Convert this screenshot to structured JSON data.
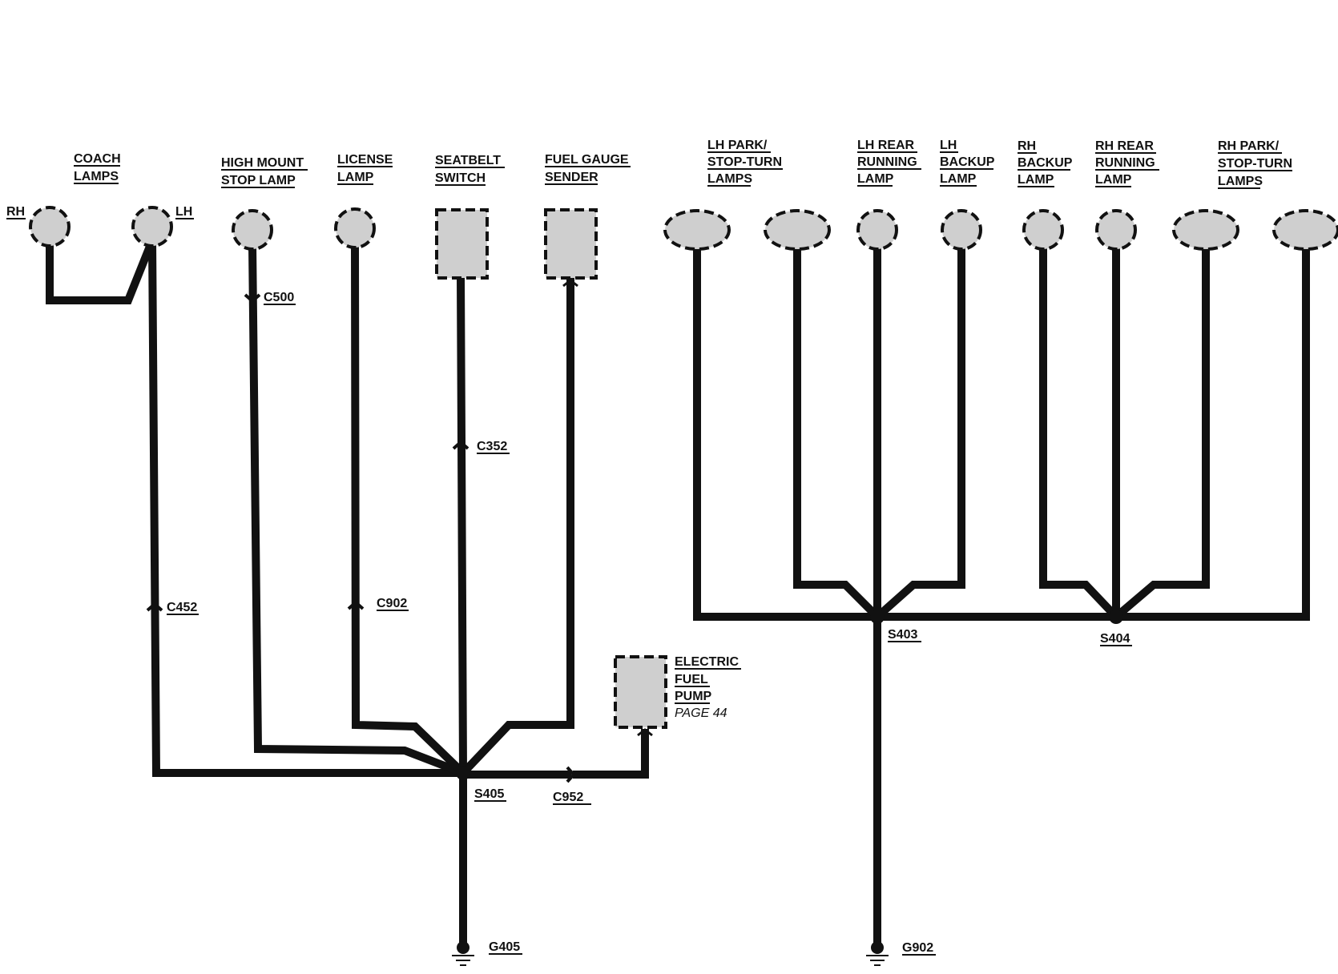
{
  "components": {
    "coach_lamps": {
      "title_line1": "COACH",
      "title_line2": "LAMPS",
      "rh": "RH",
      "lh": "LH"
    },
    "high_mount_stop_lamp": {
      "line1": "HIGH MOUNT",
      "line2": "STOP LAMP"
    },
    "license_lamp": {
      "line1": "LICENSE",
      "line2": "LAMP"
    },
    "seatbelt_switch": {
      "line1": "SEATBELT",
      "line2": "SWITCH"
    },
    "fuel_gauge_sender": {
      "line1": "FUEL GAUGE",
      "line2": "SENDER"
    },
    "lh_park_stop_turn_lamps": {
      "line1": "LH PARK/",
      "line2": "STOP-TURN",
      "line3": "LAMPS"
    },
    "lh_rear_running_lamp": {
      "line1": "LH REAR",
      "line2": "RUNNING",
      "line3": "LAMP"
    },
    "lh_backup_lamp": {
      "line1": "LH",
      "line2": "BACKUP",
      "line3": "LAMP"
    },
    "rh_backup_lamp": {
      "line1": "RH",
      "line2": "BACKUP",
      "line3": "LAMP"
    },
    "rh_rear_running_lamp": {
      "line1": "RH REAR",
      "line2": "RUNNING",
      "line3": "LAMP"
    },
    "rh_park_stop_turn_lamps": {
      "line1": "RH PARK/",
      "line2": "STOP-TURN",
      "line3": "LAMPS"
    },
    "electric_fuel_pump": {
      "line1": "ELECTRIC",
      "line2": "FUEL",
      "line3": "PUMP",
      "page_ref": "PAGE 44"
    }
  },
  "connectors": {
    "c500": "C500",
    "c352": "C352",
    "c452": "C452",
    "c902": "C902",
    "c952": "C952"
  },
  "splices": {
    "s405": "S405",
    "s403": "S403",
    "s404": "S404"
  },
  "grounds": {
    "g405": "G405",
    "g902": "G902"
  }
}
